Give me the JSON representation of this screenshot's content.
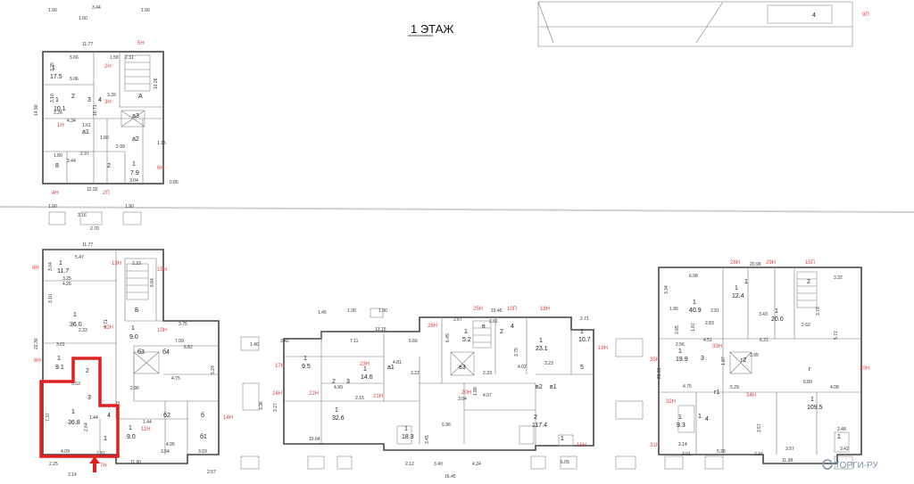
{
  "title": "1 ЭТАЖ",
  "watermark": "ТОРГИ-РУ",
  "highlight_color": "#e02020",
  "arrow_color": "#e02020",
  "top_block": {
    "dims": [
      "1.90",
      "3.44",
      "1.60",
      "1.90",
      "11.77",
      "5.66",
      "1.58",
      "2.31",
      "5.06",
      "3.25",
      "4.34",
      "3.26",
      "3.10",
      "14.90",
      "10.71",
      "10.26",
      "1.60",
      "2.99",
      "2.97",
      "1.80",
      "3.44",
      "3.04",
      "12.92",
      "1.15",
      "0.85",
      "3.39",
      "1.61"
    ],
    "rooms": [
      "1",
      "17.5",
      "2",
      "1",
      "10.1",
      "3",
      "4",
      "A",
      "a3",
      "a1",
      "a2",
      "8",
      "2",
      "1",
      "7.9"
    ],
    "markers": [
      "5Н",
      "2Н",
      "3Н",
      "1Н",
      "6Н",
      "4Н",
      "2П"
    ]
  },
  "left_block": {
    "dims": [
      "1.90",
      "2.16",
      "1.90",
      "2.70",
      "11.77",
      "5.47",
      "2.33",
      "3.04",
      "4.26",
      "3.25",
      "3.10",
      "22.30",
      "3.01",
      "2.33",
      "4.71",
      "5.53",
      "7.37",
      "2.64",
      "4.09",
      "2.91",
      "2.25",
      "2.14",
      "11.90",
      "3.54",
      "3.03",
      "2.57",
      "7.09",
      "6.82",
      "4.75",
      "5.24",
      "6.84",
      "3.75",
      "2.96",
      "1.44",
      "1.44",
      "4.73",
      "4.95"
    ],
    "rooms": [
      "1",
      "11.7",
      "1",
      "36.0",
      "Б",
      "1",
      "9.0",
      "б3",
      "б4",
      "1",
      "9.1",
      "1",
      "36.8",
      "3",
      "2",
      "4",
      "1",
      "1",
      "9.0",
      "б2",
      "б",
      "б1"
    ],
    "markers": [
      "9Н",
      "13Н",
      "15Н",
      "12Н",
      "10Н",
      "8Н",
      "14Н",
      "11Н",
      "7Н"
    ]
  },
  "middle_block": {
    "dims": [
      "1.45",
      "1.30",
      "1.90",
      "1.40",
      "3.42",
      "7.11",
      "13.15",
      "5.66",
      "2.67",
      "6.45",
      "19.45",
      "2.61",
      "2.71",
      "4.81",
      "3.22",
      "4.99",
      "2.15",
      "3.27",
      "3.36",
      "10.64",
      "16.45",
      "5.96",
      "3.45",
      "3.40",
      "4.24",
      "6.05",
      "2.12",
      "3.04",
      "2.33",
      "4.07",
      "4.02",
      "3.23",
      "1.88",
      "3.75"
    ],
    "rooms": [
      "1",
      "9.5",
      "1",
      "14.6",
      "2",
      "3",
      "1",
      "32.6",
      "a1",
      "1",
      "18.3",
      "1",
      "5.2",
      "в",
      "в3",
      "2",
      "4",
      "1",
      "23.1",
      "1",
      "10.7",
      "5",
      "2",
      "117.4",
      "1",
      "в2",
      "в1"
    ],
    "markers": [
      "17Н",
      "24Н",
      "23Н",
      "25Н",
      "26Н",
      "10П",
      "18Н",
      "19Н",
      "22Н",
      "21Н",
      "20Н",
      "16Н"
    ]
  },
  "right_block": {
    "dims": [
      "6.08",
      "20.99",
      "3.32",
      "3.34",
      "1.96",
      "2.91",
      "2.83",
      "1.87",
      "3.43",
      "2.56",
      "4.51",
      "6.21",
      "2.62",
      "3.78",
      "1.87",
      "5.29",
      "3.95",
      "4.75",
      "6.89",
      "4.08",
      "3.57",
      "2.48",
      "3.42",
      "3.14",
      "3.01",
      "5.28",
      "2.34",
      "11.98",
      "3.57",
      "5.72",
      "3.65",
      "21.91"
    ],
    "rooms": [
      "1",
      "40.9",
      "1",
      "12.4",
      "1",
      "20.0",
      "2",
      "1",
      "19.9",
      "3",
      "1",
      "г2",
      "г1",
      "г",
      "1",
      "9.3",
      "1",
      "109.5",
      "1",
      "4",
      "1"
    ],
    "markers": [
      "28Н",
      "29Н",
      "15П",
      "35Н",
      "33Н",
      "30Н",
      "34Н",
      "32Н",
      "31Н"
    ]
  },
  "strip": {
    "number": "4",
    "marker": "9П"
  }
}
